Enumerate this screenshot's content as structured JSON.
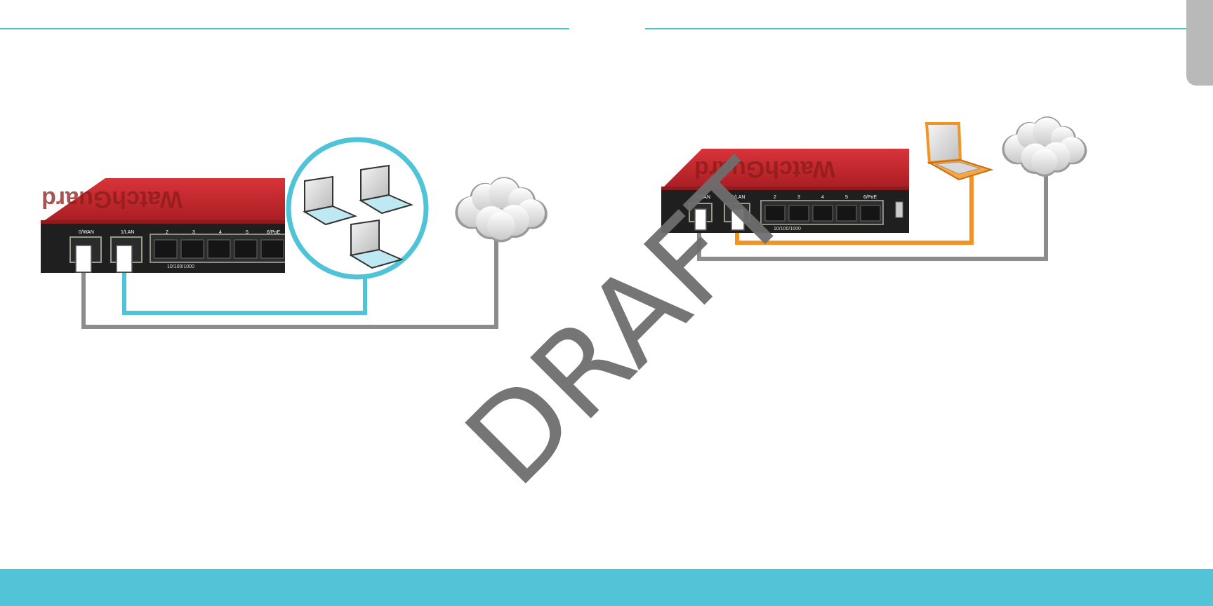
{
  "colors": {
    "accent": "#4fc3d8",
    "footer": "#53c3d8",
    "orange": "#f39324",
    "gray_cable": "#8c8c8c",
    "device_red": "#c0282b",
    "device_dark": "#1f1f1f"
  },
  "left_device": {
    "brand": "WatchGuard",
    "ports": [
      "0/WAN",
      "1/LAN",
      "2",
      "3",
      "4",
      "5",
      "6/PoE"
    ],
    "speed": "10/100/1000"
  },
  "right_device": {
    "brand": "WatchGuard",
    "ports": [
      "0/WAN",
      "1/LAN",
      "2",
      "3",
      "4",
      "5",
      "6/PoE"
    ],
    "speed": "10/100/1000"
  },
  "icons": {
    "cloud": "internet-cloud-icon",
    "laptop": "laptop-icon"
  },
  "watermark": "DRAFT"
}
